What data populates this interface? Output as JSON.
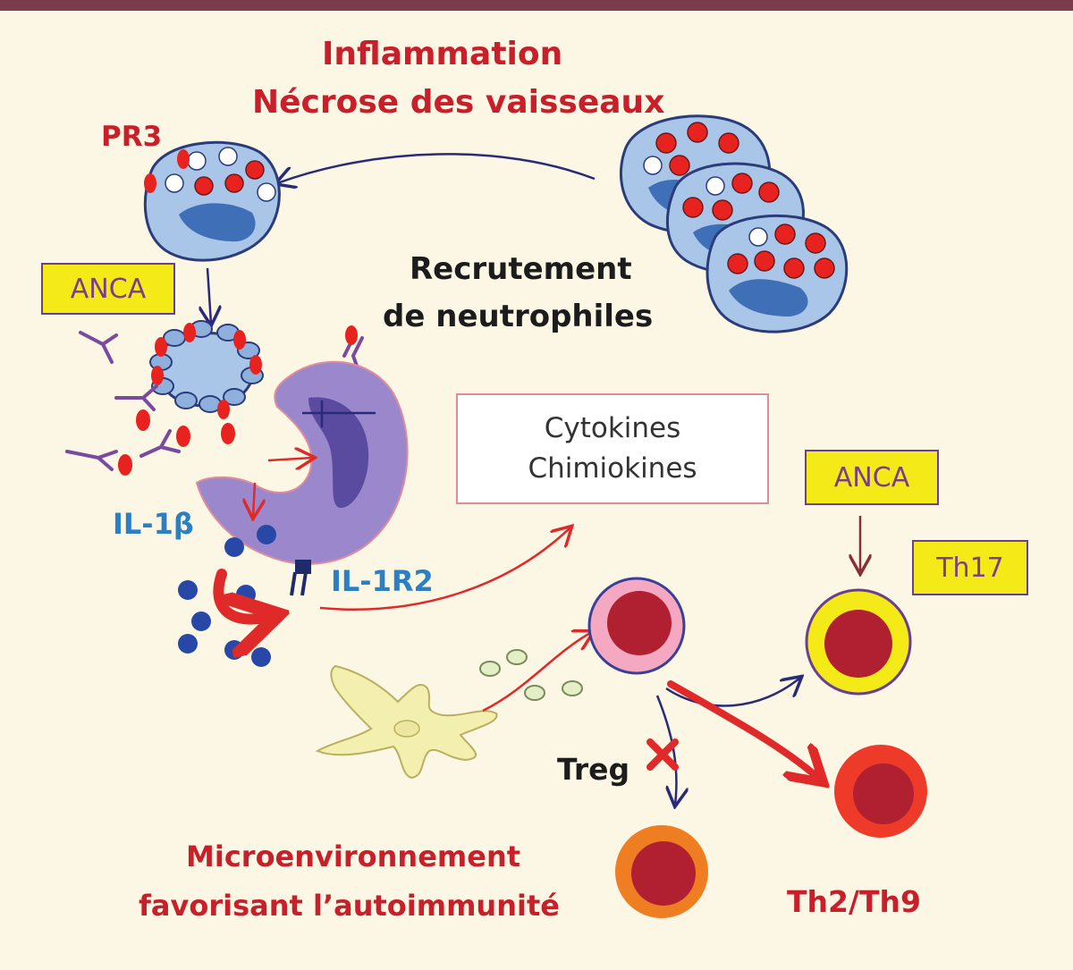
{
  "labels": {
    "inflammation_line1": "Inflammation",
    "inflammation_line2": "Nécrose des vaisseaux",
    "pr3": "PR3",
    "anca_left": "ANCA",
    "recrutement_line1": "Recrutement",
    "recrutement_line2": "de neutrophiles",
    "cytokines_line1": "Cytokines",
    "cytokines_line2": "Chimiokines",
    "il1b": "IL-1β",
    "il1r2": "IL-1R2",
    "anca_right": "ANCA",
    "th17": "Th17",
    "treg": "Treg",
    "micro_line1": "Microenvironnement",
    "micro_line2": "favorisant l’autoimmunité",
    "th2th9": "Th2/Th9"
  },
  "colors": {
    "background": "#fcf6e4",
    "top_bar": "#7a3b4a",
    "label_red": "#c8202a",
    "label_blue": "#2b7fc4",
    "neutrophil_fill": "#a9c6e8",
    "nucleus": "#3f6fb6",
    "granule_red": "#e8231f",
    "macrophage": "#9b88cc",
    "antibody": "#7a4aa0",
    "dendritic_cell": "#f3efae",
    "cell_core": "#b02030",
    "arrow_red": "#e02a2a",
    "arrow_navy": "#2a2a7a",
    "box_yellow": "#f4ea18"
  }
}
